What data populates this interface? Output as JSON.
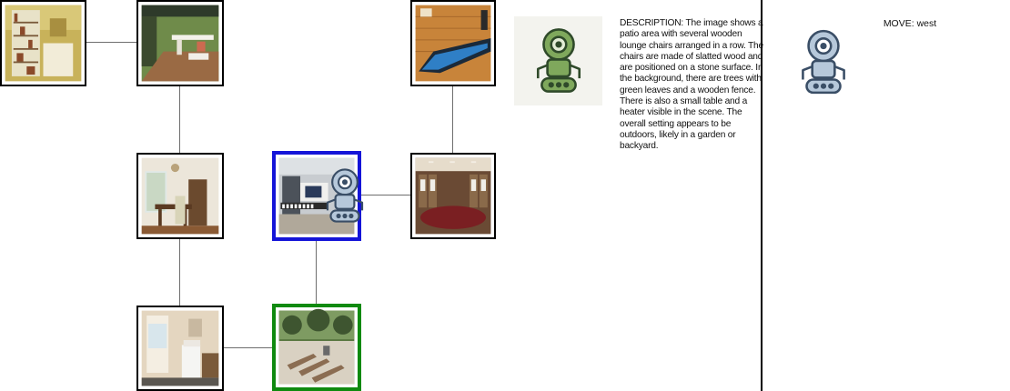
{
  "map": {
    "rooms": [
      {
        "id": "room-library",
        "scene": "library shelves",
        "state": "normal"
      },
      {
        "id": "room-porch",
        "scene": "covered porch",
        "state": "normal"
      },
      {
        "id": "room-game-room",
        "scene": "shuffleboard game room",
        "state": "normal"
      },
      {
        "id": "room-dining",
        "scene": "dining room",
        "state": "normal"
      },
      {
        "id": "room-office",
        "scene": "home office",
        "state": "current"
      },
      {
        "id": "room-locker",
        "scene": "locker room",
        "state": "normal"
      },
      {
        "id": "room-laundry",
        "scene": "laundry room",
        "state": "normal"
      },
      {
        "id": "room-patio",
        "scene": "patio with lounge chairs",
        "state": "goal"
      }
    ],
    "colors": {
      "current_border": "#1414d8",
      "goal_border": "#0f8a0f",
      "connector": "#6e6e6e"
    }
  },
  "agent": {
    "icon": "robot-icon",
    "state_icon": "green-robot-icon"
  },
  "description": {
    "text": "DESCRIPTION: The image shows a patio area with several wooden lounge chairs arranged in a row. The chairs are made of slatted wood and are positioned on a stone surface. In the background, there are trees with green leaves and a wooden fence. There is also a small table and a heater visible in the scene. The overall setting appears to be outdoors, likely in a garden or backyard."
  },
  "move": {
    "label": "MOVE: west"
  }
}
